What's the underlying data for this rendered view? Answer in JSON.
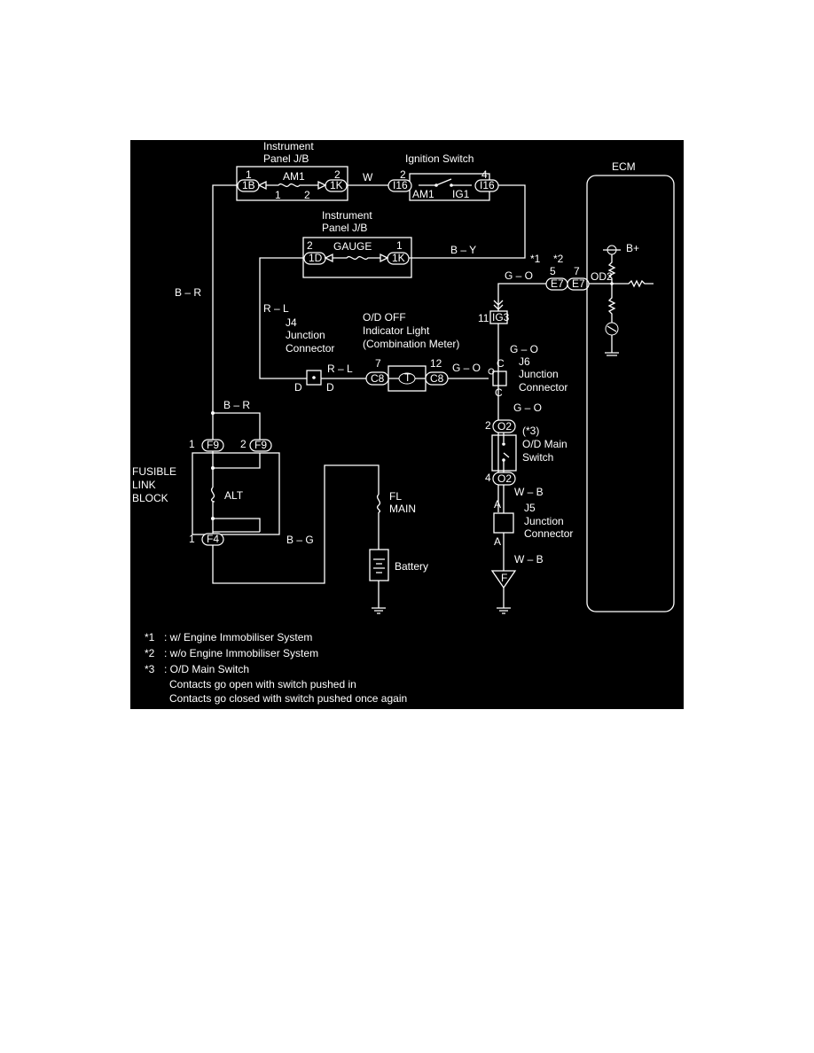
{
  "colors": {
    "background": "#000000",
    "ink": "#ffffff",
    "page": "#ffffff"
  },
  "labels": {
    "ip_jb_top": [
      "Instrument",
      "Panel J/B"
    ],
    "ip_jb_mid": [
      "Instrument",
      "Panel J/B"
    ],
    "ignition_switch": "Ignition Switch",
    "am1_fuse": "AM1",
    "gauge_fuse": "GAUGE",
    "am1_terminal": "AM1",
    "ig1_terminal": "IG1",
    "ecm": "ECM",
    "b_plus": "B+",
    "od2": "OD2",
    "fusible_link_block": [
      "FUSIBLE",
      "LINK",
      "BLOCK"
    ],
    "alt": "ALT",
    "fl_main": [
      "FL",
      "MAIN"
    ],
    "battery": "Battery",
    "j4": [
      "J4",
      "Junction",
      "Connector"
    ],
    "od_off": [
      "O/D OFF",
      "Indicator Light",
      "(Combination Meter)"
    ],
    "j6": [
      "J6",
      "Junction",
      "Connector"
    ],
    "od_main": [
      "(*3)",
      "O/D Main",
      "Switch"
    ],
    "j5": [
      "J5",
      "Junction",
      "Connector"
    ],
    "sup1": "*1",
    "sup2": "*2"
  },
  "wires": {
    "w": "W",
    "b_y": "B – Y",
    "b_r_left": "B – R",
    "b_r_fusible": "B – R",
    "r_l_vertical": "R – L",
    "r_l_horizontal": "R – L",
    "g_o_top": "G – O",
    "g_o_j6_upper": "G – O",
    "g_o_mid": "G – O",
    "g_o_j6_lower": "G – O",
    "b_g": "B – G",
    "w_b_upper": "W – B",
    "w_b_lower": "W – B"
  },
  "connectors": {
    "1b": "1B",
    "1k_top": "1K",
    "i16_left": "I16",
    "i16_right": "I16",
    "1d": "1D",
    "1k_mid": "1K",
    "e7_a": "E7",
    "e7_b": "E7",
    "ig3": "IG3",
    "c8_left": "C8",
    "c8_right": "C8",
    "f9_left": "F9",
    "f9_right": "F9",
    "f4": "F4",
    "o2_top": "O2",
    "o2_bottom": "O2",
    "ground_f": "F"
  },
  "pins": {
    "jb1_1": "1",
    "jb1_2": "2",
    "jb1_bot1": "1",
    "jb1_bot2": "2",
    "ig_2": "2",
    "ig_4": "4",
    "jb2_2": "2",
    "jb2_1": "1",
    "e7_5": "5",
    "e7_7": "7",
    "ig3_11": "11",
    "c8_7": "7",
    "c8_12": "12",
    "j4_d1": "D",
    "j4_d2": "D",
    "j6_c1": "C",
    "j6_c2": "C",
    "f9_1": "1",
    "f9_2": "2",
    "f4_1": "1",
    "o2_2": "2",
    "o2_4": "4",
    "j5_a1": "A",
    "j5_a2": "A"
  },
  "notes": [
    {
      "mark": "*1",
      "text": ": w/ Engine Immobiliser System"
    },
    {
      "mark": "*2",
      "text": ": w/o Engine Immobiliser System"
    },
    {
      "mark": "*3",
      "text": ": O/D Main Switch"
    }
  ],
  "note3_details": [
    "Contacts go open with switch pushed in",
    "Contacts go closed with switch pushed once again"
  ]
}
